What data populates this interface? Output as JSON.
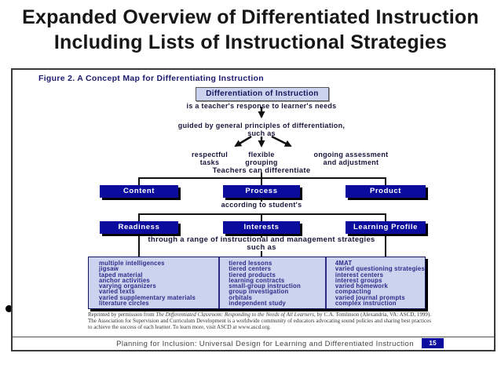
{
  "slide": {
    "title": "Expanded Overview of Differentiated Instruction\nIncluding Lists of Instructional Strategies"
  },
  "figure": {
    "caption": "Figure 2. A Concept Map for Differentiating Instruction",
    "root_box": "Differentiation of Instruction",
    "response_line": "is a teacher's response to learner's needs",
    "guided_line": "guided by general principles of differentiation,\nsuch as",
    "principles": [
      "respectful\ntasks",
      "flexible\ngrouping",
      "ongoing assessment\nand adjustment"
    ],
    "teachers_line": "Teachers can differentiate",
    "differentiate_boxes": [
      "Content",
      "Process",
      "Product"
    ],
    "according_line": "according to student's",
    "student_boxes": [
      "Readiness",
      "Interests",
      "Learning Profile"
    ],
    "range_line": "through a range of instructional and management strategies\nsuch as",
    "strategies_columns": [
      [
        "multiple intelligences",
        "jigsaw",
        "taped material",
        "anchor activities",
        "varying organizers",
        "varied texts",
        "varied supplementary materials",
        "literature circles"
      ],
      [
        "tiered lessons",
        "tiered centers",
        "tiered products",
        "learning contracts",
        "small-group instruction",
        "group investigation",
        "orbitals",
        "independent study"
      ],
      [
        "4MAT",
        "varied questioning strategies",
        "interest centers",
        "interest groups",
        "varied homework",
        "compacting",
        "varied journal prompts",
        "complex instruction"
      ]
    ],
    "citation": {
      "prefix": "Reprinted by permission from ",
      "book_title": "The Differentiated Classroom: Responding to the Needs of All Learners",
      "suffix": ", by C.A. Tomlinson (Alexandria, VA: ASCD, 1999). The Association for Supervision and Curriculum Development is a worldwide community of educators advocating sound policies and sharing best practices to achieve the success of each learner. To learn more, visit ASCD at www.ascd.org."
    }
  },
  "footer": {
    "text": "Planning for Inclusion: Universal Design for Learning and Differentiated Instruction",
    "page": "15"
  },
  "colors": {
    "navy_box": "#0b0b9e",
    "light_panel": "#ccd3ee",
    "navy_text": "#1b1b6e",
    "title_text": "#161616",
    "shadow": "#000000"
  }
}
